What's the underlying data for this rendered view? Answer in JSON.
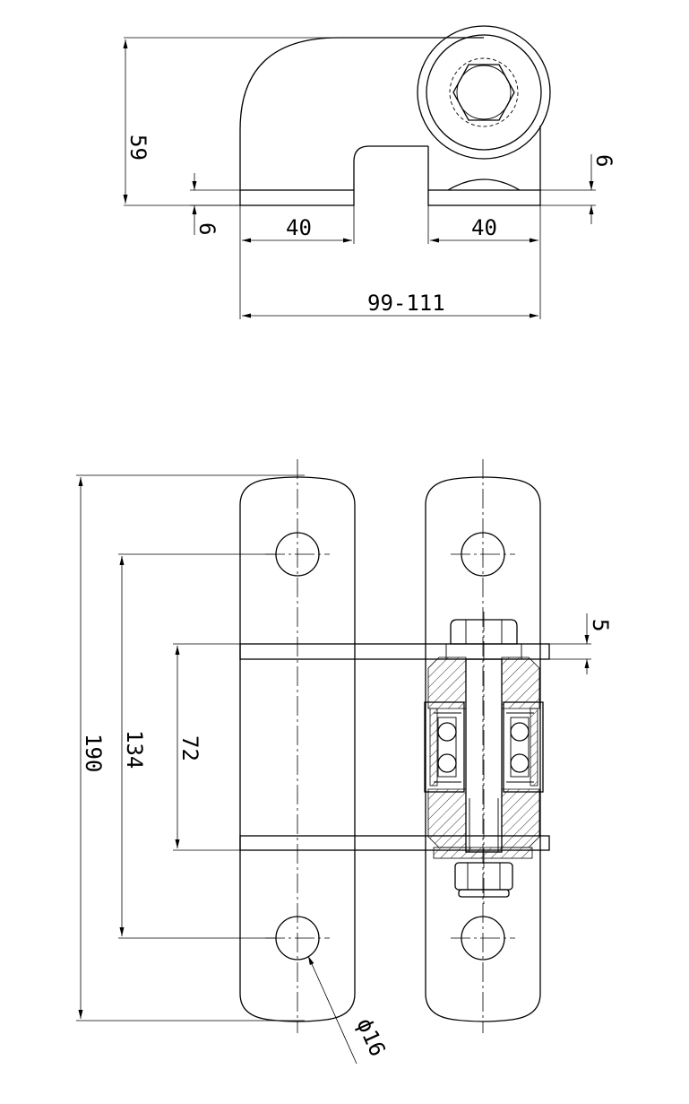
{
  "dimensions": {
    "height_top": "59",
    "plate_thickness_right": "6",
    "plate_thickness_left": "6",
    "width_left": "40",
    "width_right": "40",
    "overall_width": "99-111",
    "overall_length": "190",
    "hole_spacing": "134",
    "plate_spacing": "72",
    "gap": "5",
    "hole_diameter": "ϕ16"
  }
}
